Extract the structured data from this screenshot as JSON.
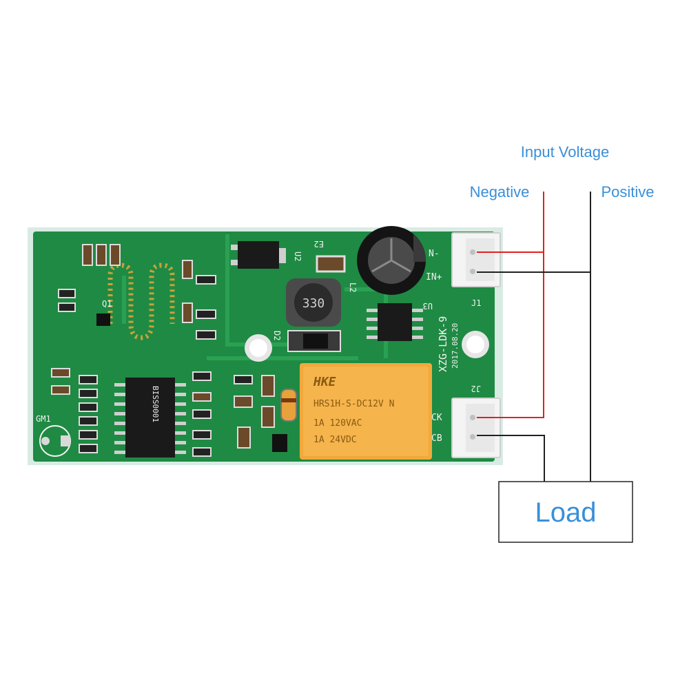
{
  "labels": {
    "input_voltage": "Input Voltage",
    "negative": "Negative",
    "positive": "Positive",
    "load": "Load"
  },
  "board": {
    "model": "XZG-LDK-9",
    "date": "2017.08.20",
    "j1": "J1",
    "j2": "J2",
    "pin_n": "N-",
    "pin_in": "IN+",
    "pin_ck": "CK",
    "pin_cb": "CB",
    "ic_mark": "BISS0001",
    "inductor_mark": "330",
    "relay_brand": "HKE",
    "relay_model": "HRS1H-S-DC12V N",
    "relay_rating1": "1A 120VAC",
    "relay_rating2": "1A 24VDC",
    "ref_l2": "L2",
    "ref_u2": "U2",
    "ref_u3": "U3",
    "ref_e2": "E2",
    "ref_d2": "D2",
    "ref_q1": "Q1",
    "ref_gm1": "GM1"
  },
  "colors": {
    "accent_text": "#3a8fd8",
    "wire_negative": "#e02020",
    "wire_positive": "#202020",
    "pcb": "#1f8a43",
    "relay": "#f2a93b"
  }
}
